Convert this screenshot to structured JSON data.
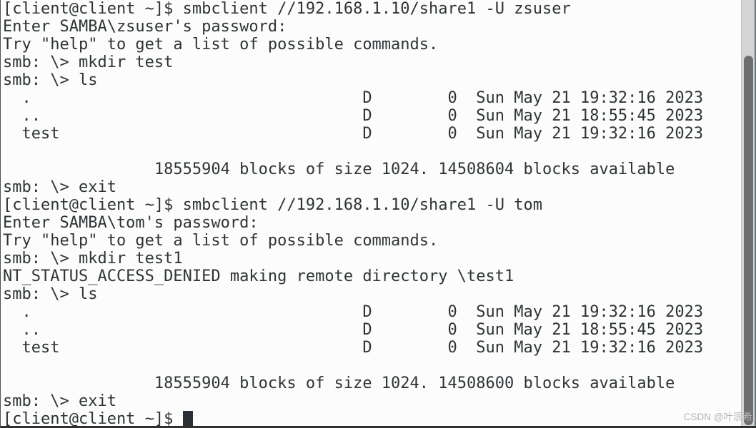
{
  "terminal": {
    "lines": [
      "[client@client ~]$ smbclient //192.168.1.10/share1 -U zsuser",
      "Enter SAMBA\\zsuser's password:",
      "Try \"help\" to get a list of possible commands.",
      "smb: \\> mkdir test",
      "smb: \\> ls",
      "  .                                   D        0  Sun May 21 19:32:16 2023",
      "  ..                                  D        0  Sun May 21 18:55:45 2023",
      "  test                                D        0  Sun May 21 19:32:16 2023",
      "",
      "                18555904 blocks of size 1024. 14508604 blocks available",
      "smb: \\> exit",
      "[client@client ~]$ smbclient //192.168.1.10/share1 -U tom",
      "Enter SAMBA\\tom's password:",
      "Try \"help\" to get a list of possible commands.",
      "smb: \\> mkdir test1",
      "NT_STATUS_ACCESS_DENIED making remote directory \\test1",
      "smb: \\> ls",
      "  .                                   D        0  Sun May 21 19:32:16 2023",
      "  ..                                  D        0  Sun May 21 18:55:45 2023",
      "  test                                D        0  Sun May 21 19:32:16 2023",
      "",
      "                18555904 blocks of size 1024. 14508600 blocks available",
      "smb: \\> exit"
    ],
    "last_line": "[client@client ~]$ ",
    "colors": {
      "foreground": "#2e3436",
      "background": "#fcfcfc",
      "cursor": "#2b3036",
      "scrollbar_track": "#d6d4d2",
      "scrollbar_thumb": "#6e6e6e",
      "window_right_edge": "#5f7b7b",
      "window_bottom_edge": "#2f2f2f"
    }
  },
  "watermark": {
    "text": "CSDN @叶泯希",
    "color": "#b4b4b4"
  }
}
